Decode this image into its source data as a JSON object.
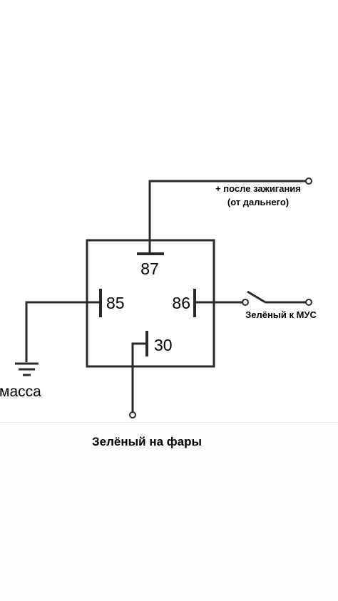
{
  "diagram": {
    "pins": {
      "p87": "87",
      "p85": "85",
      "p86": "86",
      "p30": "30"
    },
    "notes": {
      "ignition_line1": "+ после зажигания",
      "ignition_line2": "(от дальнего)",
      "switch_label": "Зелёный к МУС",
      "ground_label": "масса",
      "caption": "Зелёный на фары"
    },
    "colors": {
      "line": "#2a2a2a",
      "background": "#ffffff"
    },
    "icons": [
      "ground-icon",
      "switch-icon",
      "terminal-icon"
    ]
  }
}
